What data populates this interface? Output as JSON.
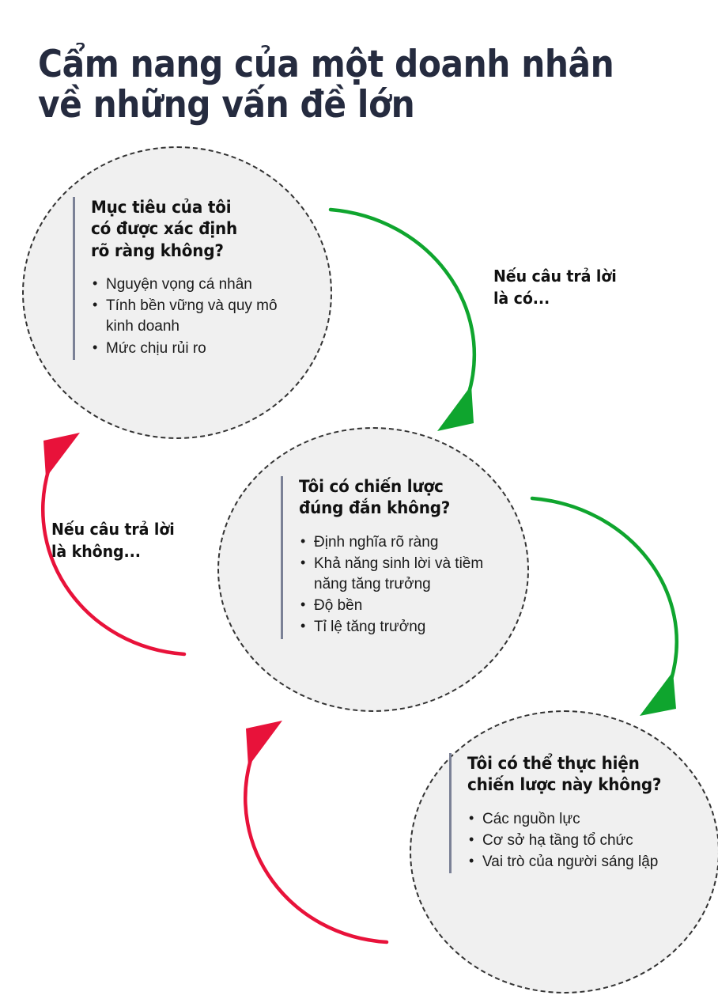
{
  "page": {
    "title": "Cẩm nang của một doanh nhân\nvề những vấn đề lớn",
    "background_color": "#FFFFFF",
    "title_color": "#252B3F"
  },
  "palette": {
    "circle_fill": "#F0F0F0",
    "circle_border": "#333333",
    "accent_line": "#7B8196",
    "yes_arrow": "#0FA52E",
    "no_arrow": "#E8123A",
    "body_text": "#1A1A1A"
  },
  "nodes": [
    {
      "id": "node-1",
      "question": "Mục tiêu của tôi\ncó được xác định\nrõ ràng không?",
      "items": [
        "Nguyện vọng cá nhân",
        "Tính bền vững và quy mô kinh doanh",
        "Mức chịu rủi ro"
      ]
    },
    {
      "id": "node-2",
      "question": "Tôi có chiến lược\nđúng đắn không?",
      "items": [
        "Định nghĩa rõ ràng",
        "Khả năng sinh lời và tiềm năng tăng trưởng",
        "Độ bền",
        "Tỉ lệ tăng trưởng"
      ]
    },
    {
      "id": "node-3",
      "question": "Tôi có thể thực hiện\nchiến lược này không?",
      "items": [
        "Các nguồn lực",
        "Cơ sở hạ tầng tổ chức",
        "Vai trò của người sáng lập"
      ]
    }
  ],
  "edges": [
    {
      "id": "edge-yes-1",
      "label": "Nếu câu trả lời\nlà có...",
      "color": "#0FA52E",
      "from": "node-1",
      "to": "node-2"
    },
    {
      "id": "edge-yes-2",
      "label": "",
      "color": "#0FA52E",
      "from": "node-2",
      "to": "node-3"
    },
    {
      "id": "edge-no-1",
      "label": "Nếu câu trả lời\nlà không...",
      "color": "#E8123A",
      "from": "node-2",
      "to": "node-1"
    },
    {
      "id": "edge-no-2",
      "label": "",
      "color": "#E8123A",
      "from": "node-3",
      "to": "node-2"
    }
  ]
}
